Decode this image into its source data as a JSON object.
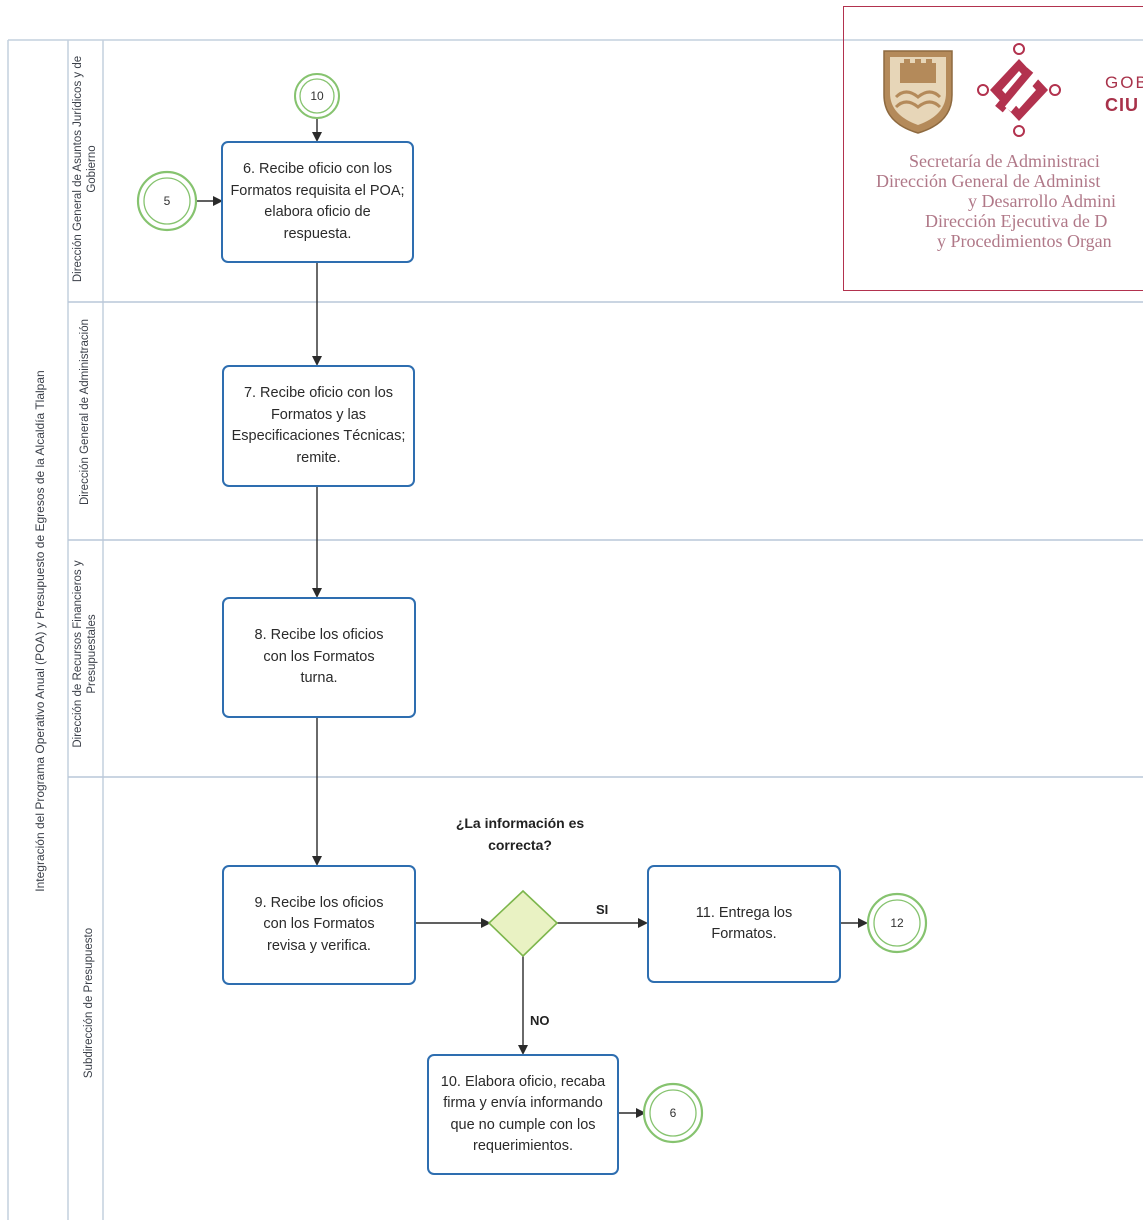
{
  "process_title": "Integración del Programa Operativo Anual (POA) y Presupuesto de Egresos de la Alcaldía Tlalpan",
  "lanes": [
    {
      "label": "Dirección General de Asuntos Jurídicos y de Gobierno"
    },
    {
      "label": "Dirección General de Administración"
    },
    {
      "label": "Dirección de Recursos Financieros y Presupuestales"
    },
    {
      "label": "Subdirección de Presupuesto"
    }
  ],
  "steps": {
    "s6": "6. Recibe oficio con los Formatos requisita el POA; elabora oficio de respuesta.",
    "s7": "7. Recibe oficio con los Formatos y las Especificaciones Técnicas; remite.",
    "s8": "8. Recibe los oficios con los Formatos turna.",
    "s9": "9. Recibe los oficios con los Formatos revisa y verifica.",
    "s10": "10. Elabora oficio, recaba firma y envía informando que no cumple con los requerimientos.",
    "s11": "11. Entrega los Formatos."
  },
  "decision": {
    "question": "¿La información es correcta?",
    "yes": "SI",
    "no": "NO"
  },
  "connectors": {
    "in_10": "10",
    "in_5": "5",
    "out_12": "12",
    "out_6": "6"
  },
  "header": {
    "gob_line1": "GOB",
    "gob_line2": "CIU",
    "secretaria_lines": [
      "Secretaría  de Administraci",
      "Dirección General de Administ",
      "y Desarrollo Admini",
      "Dirección Ejecutiva de D",
      "y Procedimientos Organ"
    ]
  },
  "colors": {
    "box_border": "#2e6eb0",
    "lane_line": "#b9c7d8",
    "connector_ring": "#86c36f",
    "decision_fill": "#e9f2c3",
    "decision_stroke": "#7db64c",
    "brand": "#a8324a",
    "shield": "#b48a5a"
  }
}
